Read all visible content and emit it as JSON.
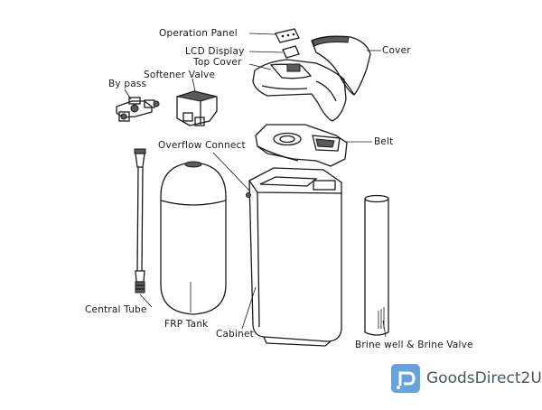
{
  "labels": {
    "operation_panel": "Operation Panel",
    "lcd_display": "LCD Display",
    "top_cover": "Top Cover",
    "cover": "Cover",
    "softener_valve": "Softener Valve",
    "by_pass": "By pass",
    "overflow_connect": "Overflow Connect",
    "belt": "Belt",
    "central_tube": "Central Tube",
    "frp_tank": "FRP Tank",
    "cabinet": "Cabinet",
    "brine_well": "Brine well & Brine Valve"
  },
  "watermark": {
    "text": "GoodsDirect2U",
    "icon": "goodsdirect-logo-icon",
    "color": "#4a90d9"
  }
}
